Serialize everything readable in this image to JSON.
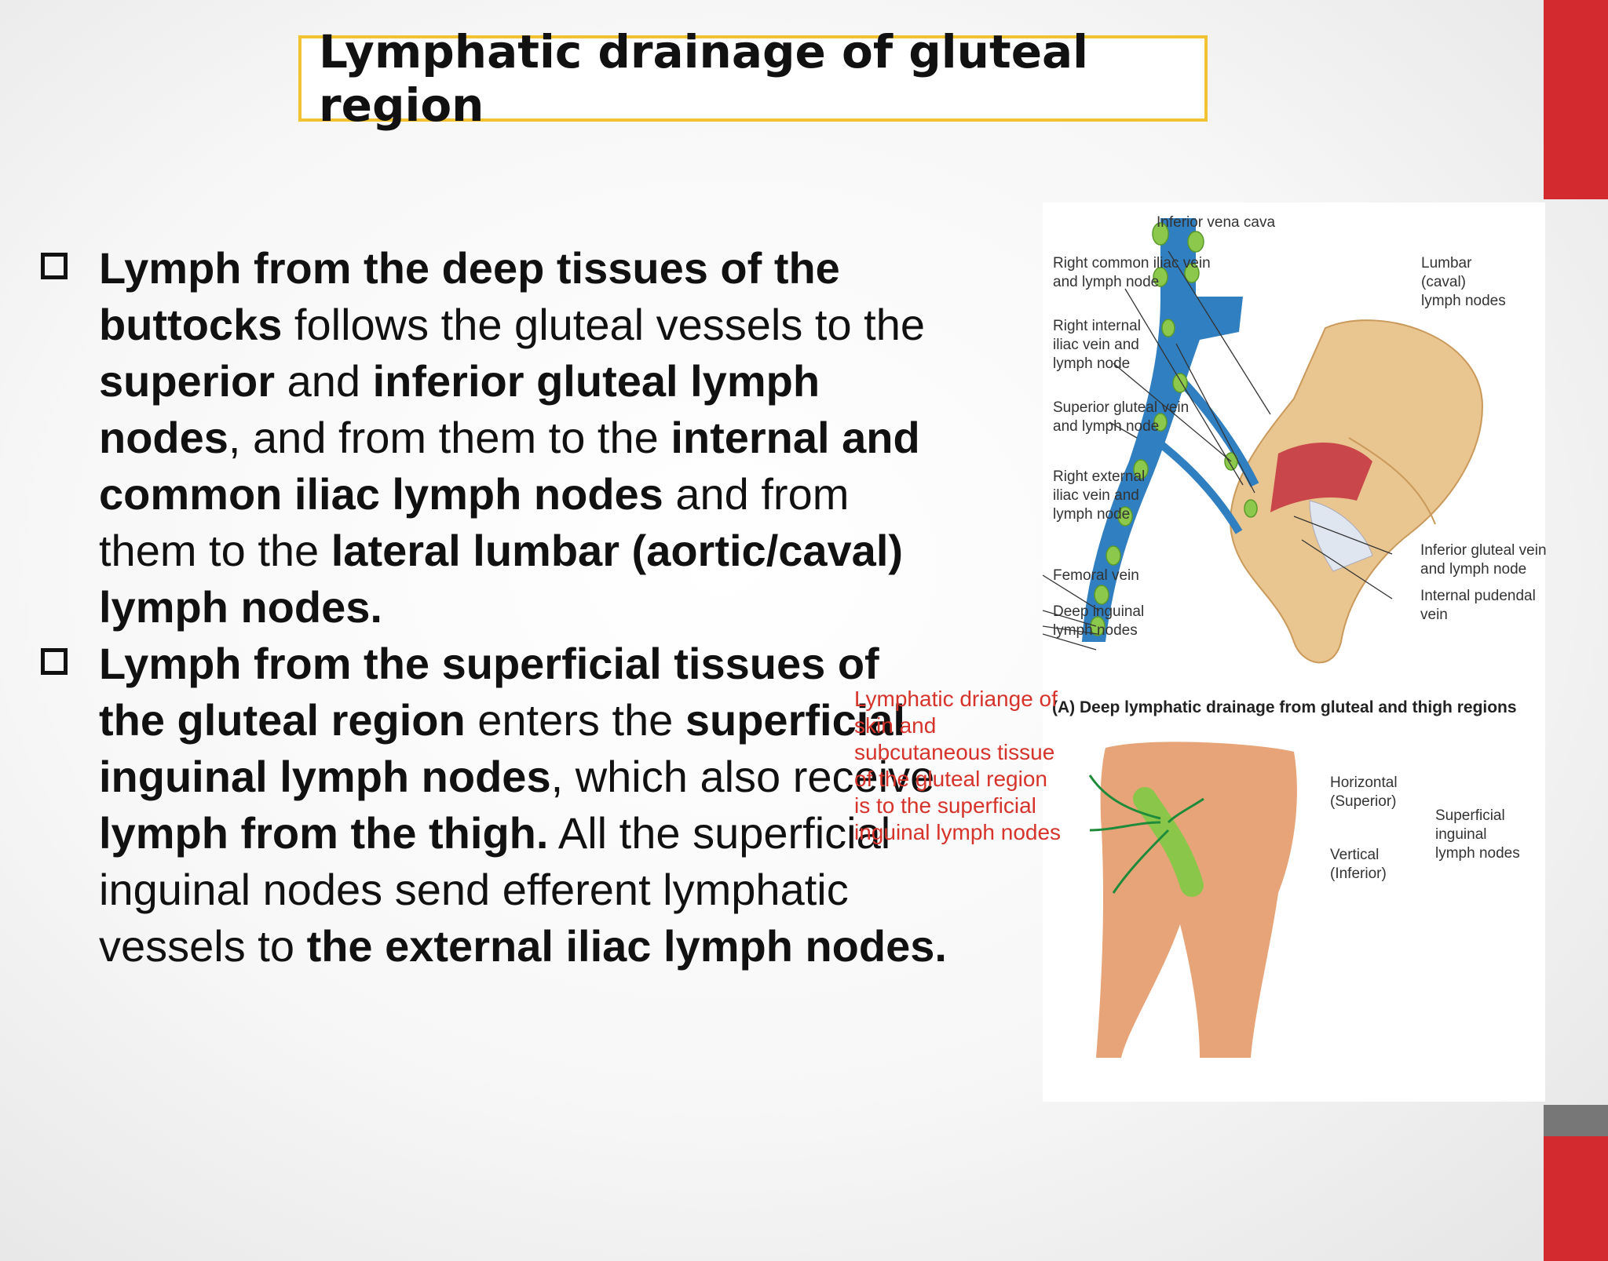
{
  "slide": {
    "title": "Lymphatic drainage of gluteal region",
    "accent_color": "#d32a30",
    "title_border_color": "#f1c232"
  },
  "bullets": [
    {
      "segments": [
        {
          "t": "Lymph from the deep tissues of the buttocks",
          "b": true
        },
        {
          "t": " follows the gluteal vessels to the ",
          "b": false
        },
        {
          "t": "superior",
          "b": true
        },
        {
          "t": " and ",
          "b": false
        },
        {
          "t": "inferior gluteal lymph nodes",
          "b": true
        },
        {
          "t": ", and from them to the ",
          "b": false
        },
        {
          "t": "internal and common iliac lymph nodes",
          "b": true
        },
        {
          "t": " and from them to the ",
          "b": false
        },
        {
          "t": "lateral lumbar (aortic/caval) lymph nodes.",
          "b": true
        }
      ]
    },
    {
      "segments": [
        {
          "t": "Lymph from the superficial tissues of the gluteal region",
          "b": true
        },
        {
          "t": " enters the ",
          "b": false
        },
        {
          "t": "superficial inguinal lymph nodes",
          "b": true
        },
        {
          "t": ", which also receive ",
          "b": false
        },
        {
          "t": "lymph from the thigh.",
          "b": true
        },
        {
          "t": " All the superficial inguinal nodes send efferent lymphatic vessels to ",
          "b": false
        },
        {
          "t": "the external iliac lymph nodes.",
          "b": true
        }
      ]
    }
  ],
  "figure": {
    "labels": {
      "ivc": "Inferior vena cava",
      "rciv": [
        "Right common iliac vein",
        "and lymph node"
      ],
      "lumbar": [
        "Lumbar",
        "(caval)",
        "lymph nodes"
      ],
      "riv": [
        "Right internal",
        "iliac vein and",
        "lymph node"
      ],
      "sgv": [
        "Superior gluteal vein",
        "and lymph node"
      ],
      "rev": [
        "Right external",
        "iliac vein and",
        "lymph node"
      ],
      "igv": [
        "Inferior gluteal vein",
        "and lymph node"
      ],
      "ipv": [
        "Internal pudendal",
        "vein"
      ],
      "fv": "Femoral vein",
      "dil": [
        "Deep inguinal",
        "lymph nodes"
      ],
      "hz": [
        "Horizontal",
        "(Superior)"
      ],
      "vt": [
        "Vertical",
        "(Inferior)"
      ],
      "sup": [
        "Superficial",
        "inguinal",
        "lymph nodes"
      ]
    },
    "caption": "(A) Deep lymphatic drainage from gluteal and thigh regions",
    "note": "Lymphatic driange of skin and subcutaneous tissue of the gluteal region is to the superficial inguinal lymph nodes"
  }
}
